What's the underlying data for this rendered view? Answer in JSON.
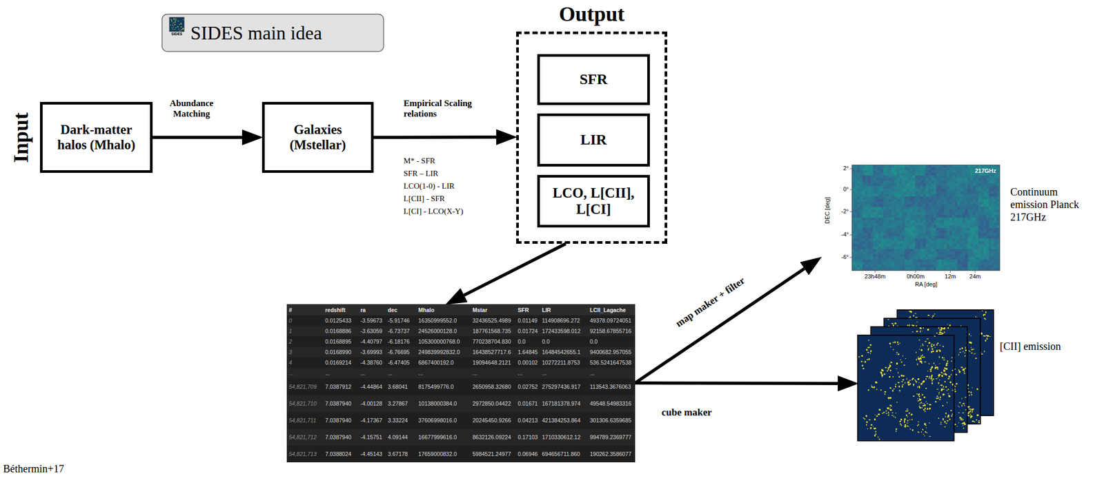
{
  "diagram": {
    "nodes": [
      {
        "text": [
          "SIDES main idea"
        ]
      },
      {
        "text": [
          "Dark-matter halos (Mhalo)"
        ]
      },
      {
        "text": [
          "Galaxies (Mstellar)"
        ]
      },
      {
        "text": [
          "Output"
        ]
      },
      {
        "text": [
          "SFR"
        ],
        "in": 3
      },
      {
        "text": [
          "LIR"
        ],
        "in": 3
      },
      {
        "text": [
          "LCO, L[CII], L[CI]"
        ],
        "in": 3
      },
      {
        "text": [
          "#",
          "redshift",
          "ra",
          "dec",
          "Mhalo",
          "Mstar",
          "SFR",
          "LIR",
          "LCII_Lagache",
          "0",
          "0.0125433",
          "-3.59673",
          "-5.91746",
          "16350999552.0",
          "32436525.4989",
          "0.01149",
          "114908696.272",
          "49378.09724051",
          "1",
          "0.0168886",
          "-3.63059",
          "-6.73737",
          "24526000128.0",
          "187761568.735",
          "0.01724",
          "172433598.012",
          "92158.67855716",
          "2",
          "0.0168895",
          "-4.40797",
          "-6.18176",
          "105300000768.0",
          "770238704.830",
          "0.0",
          "0.0",
          "0.0",
          "3",
          "0.0168990",
          "-3.69993",
          "-6.76695",
          "249839992832.0",
          "16438527717.6",
          "1.64845",
          "16484542655.1",
          "9400682.957055",
          "4",
          "0.0169214",
          "-4.38760",
          "-6.47405",
          "6867400192.0",
          "19094648.2121",
          "0.00102",
          "10272211.8753",
          "536.5241647538",
          "...",
          "...",
          "...",
          "...",
          "...",
          "...",
          "...",
          "...",
          "...",
          "54,821,709",
          "7.0387912",
          "-4.44864",
          "3.68041",
          "8175499776.0",
          "2650958.32680",
          "0.02752",
          "275297436.917",
          "113543.3676063",
          "54,821,710",
          "7.0387940",
          "-4.00128",
          "3.27867",
          "10138000384.0",
          "2972850.04422",
          "0.01671",
          "167181378.974",
          "49548.54983316",
          "54,821,711",
          "7.0387940",
          "-4.17367",
          "3.33224",
          "37606998016.0",
          "20245450.9266",
          "0.04213",
          "421384253.864",
          "301306.6359685",
          "54,821,712",
          "7.0387940",
          "-4.15751",
          "4.09144",
          "16677999616.0",
          "8632126.09224",
          "0.17103",
          "1710330612.12",
          "994789.2369777",
          "54,821,713",
          "7.0388024",
          "-4.45143",
          "3.67178",
          "17659000832.0",
          "5984521.24977",
          "0.06946",
          "694656711.860",
          "190262.3586077"
        ]
      },
      {
        "text": [
          "217GHz",
          "Continuum emission Planck 217GHz"
        ]
      },
      {
        "text": [
          "[CII] emission"
        ]
      }
    ],
    "edges": [
      {
        "from": 1,
        "to": 2,
        "label": "Abundance Matching",
        "arrow": "to"
      },
      {
        "from": 2,
        "to": 3,
        "label": "Empirical Scaling relations",
        "arrow": "to"
      },
      {
        "from": 3,
        "to": 7,
        "arrow": "to"
      },
      {
        "from": 7,
        "to": 8,
        "label": "map maker + filter",
        "arrow": "to"
      },
      {
        "from": 7,
        "to": 9,
        "label": "cube maker",
        "arrow": "to"
      }
    ],
    "labels": [
      "Input",
      "M* - SFR",
      "SFR – LIR",
      "LCO(1-0) - LIR",
      "L[CII] - SFR",
      "L[CI] - LCO(X-Y)",
      "2°",
      "0°",
      "-2°",
      "-4°",
      "-6°",
      "DEC [deg]",
      "23h48m",
      "0h00m",
      "12m",
      "24m",
      "RA [deg]",
      "SIDES",
      "Béthermin+17"
    ]
  }
}
